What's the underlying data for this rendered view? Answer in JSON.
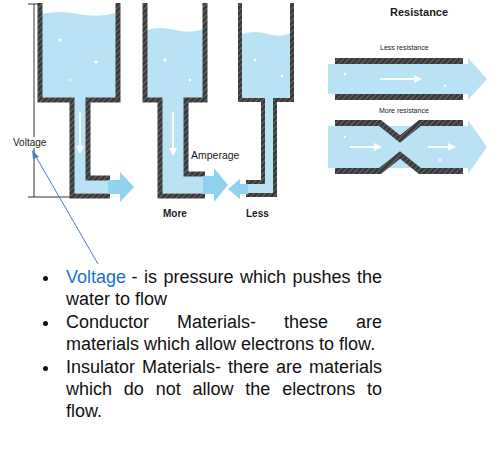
{
  "diagram": {
    "labels": [
      "Voltage",
      "Amperage",
      "More",
      "Less",
      "Resistance",
      "Less resistance",
      "More resistance",
      "Voltage",
      "- is pressure which pushes the water to flow",
      "Conductor Materials- these are materials which allow electrons to flow.",
      "Insulator Materials- there are materials which do not allow the electrons to flow."
    ]
  }
}
